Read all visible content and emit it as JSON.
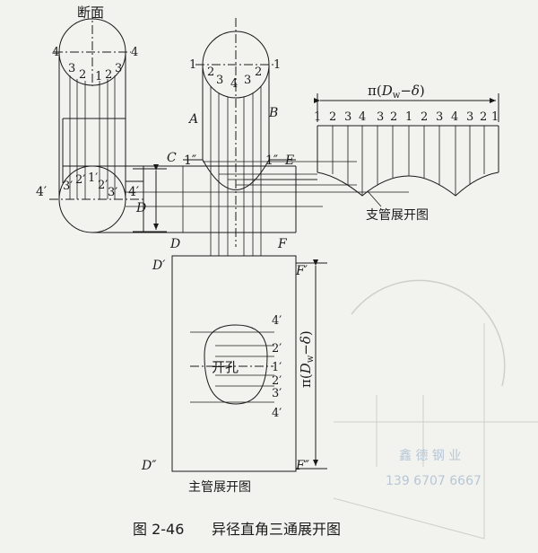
{
  "figure": {
    "caption_number": "图 2-46",
    "caption_title": "异径直角三通展开图"
  },
  "section_label": "断面",
  "left_circle_numbers": {
    "outer_left": "4",
    "outer_right": "4",
    "inner": [
      "3",
      "2",
      "1",
      "2",
      "3"
    ]
  },
  "right_circle_numbers": {
    "outer_left": "1",
    "outer_right": "1",
    "inner": [
      "2",
      "3",
      "4",
      "3",
      "2"
    ]
  },
  "points": {
    "A": "A",
    "B": "B",
    "C": "C",
    "E": "E",
    "D_dim": "D",
    "D_bottom": "D",
    "F": "F",
    "one_dd_left": "1″",
    "one_dd_right": "1″",
    "D_prime": "D′",
    "F_prime": "F′",
    "D_dd": "D″",
    "F_dd": "F″",
    "four_prime_left": "4′",
    "four_prime_right": "4′",
    "branch_circle_inner": [
      "3′",
      "2′",
      "1′",
      "2′",
      "3′"
    ]
  },
  "branch_pipe": {
    "formula_pi": "π(",
    "formula_D": "D",
    "formula_w": "w",
    "formula_minus": "−",
    "formula_delta": "δ",
    "formula_close": ")",
    "numbers": [
      "1",
      "2",
      "3",
      "4",
      "3",
      "2",
      "1",
      "2",
      "3",
      "4",
      "3",
      "2",
      "1"
    ],
    "label": "支管展开图"
  },
  "main_pipe": {
    "formula_pi": "π(",
    "formula_D": "D",
    "formula_w": "w",
    "formula_minus": "−",
    "formula_delta": "δ",
    "formula_close": ")",
    "hole_label": "开孔",
    "hole_numbers": [
      "4′",
      "2′",
      "1′",
      "2′",
      "3′",
      "4′"
    ],
    "label": "主管展开图"
  },
  "watermark": {
    "text_1": "鑫 德 钢 业",
    "text_2": "139 6707 6667"
  },
  "colors": {
    "ink": "#1a1a1a",
    "paper": "#f2f2ee",
    "watermark": "#b8c7d6"
  }
}
